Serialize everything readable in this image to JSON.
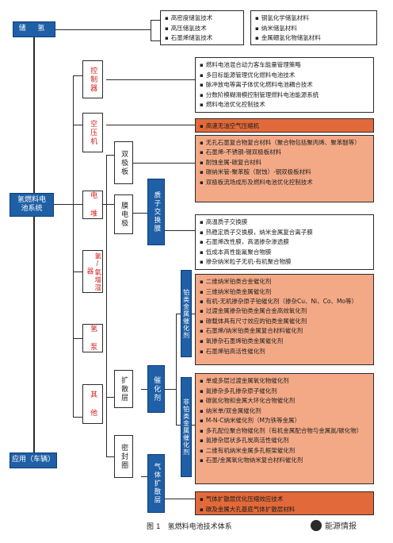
{
  "diagram": {
    "root": "氢燃料电池系统",
    "storage": {
      "label": "储 氢",
      "group_a": [
        "高密度储氢技术",
        "高压储氢技术",
        "石墨烯储氢技术"
      ],
      "group_b": [
        "钢氢化学储氢材料",
        "纳米储氢材料",
        "金属硼氢化物储氢材料"
      ]
    },
    "controller": {
      "label": "控制器",
      "items": [
        "燃料电池混合动力客车能量管理策略",
        "多目标能源管理优化燃料电池技术",
        "脉冲放电等离子体优化燃料电池耦合技术",
        "分数阶模糊滑模控制管理燃料电池能源系统",
        "燃料电池优化控制技术"
      ]
    },
    "compressor": {
      "label": "空压机",
      "items": [
        "高速无油空气压缩机"
      ]
    },
    "stack": {
      "label": "电 堆",
      "bipolar": {
        "label": "双极板",
        "items": [
          "无孔石墨复合物复合材料（聚合物包括聚丙烯、聚苯醚等）",
          "石墨烯-不锈钢-锡双极板材料",
          "耐蚀金属-碳复合材料",
          "碳纳米管-聚苯胺（耐蚀）-钢双极板材料",
          "双极板流场成形及燃料电池优化控制技术"
        ]
      },
      "mea": {
        "label": "膜电极",
        "membrane": "质子交换膜",
        "membrane_items": [
          "高温质子交换膜",
          "热稳定质子交换膜，纳米金属复合离子膜",
          "石墨烯改性膜，高温掺杂渗透膜",
          "低成本高性能氟聚合物膜",
          "掺杂纳米粒子无机-有机聚合物膜"
        ],
        "diffusion_layer": "扩散层",
        "catalyst": "催化剂",
        "platinum_label": "铂类金属催化剂",
        "platinum_items": [
          "二维纳米铂类合金催化剂",
          "三维纳米铂类金属催化剂",
          "有机-无机掺杂原子铂催化剂（掺杂Cu、Ni、Co、Mo等）",
          "过渡金属掺杂铂类金属合金高效氧化剂",
          "碳载体具有尺寸效应的铂类金属催化剂",
          "石墨烯/纳米铂类金属复合材料催化剂",
          "氧掺杂石墨烯铂类金属催化剂",
          "石墨烯铂高活性催化剂"
        ],
        "non_platinum_label": "非铂类金属催化剂",
        "non_platinum_items": [
          "单或多层过渡金属氧化物催化剂",
          "氮掺杂多孔掺杂原子催化剂",
          "碳氮化物和金属大环化合物催化剂",
          "纳米单/双金属催化剂",
          "M-N-C纳米催化剂（M为铁等金属）",
          "多孔配位聚合物催化剂（有机金属配合物与金属氮/碳化物）",
          "氮掺杂层状多孔炭高活性催化剂",
          "二维有机纳米金属多孔框架催化剂",
          "石墨/金属氧化物纳米复合材料催化剂"
        ]
      },
      "gasket": "密封圈",
      "gas_diffusion": {
        "label": "气体扩散层",
        "items": [
          "气体扩散层优化压缩效应技术",
          "碳及金属大孔基底气体扩散层材料"
        ]
      }
    },
    "humidifier": "氢/氧增湿器",
    "hydrogen_cycle": "氢 泵",
    "other": "其 他",
    "application": "应用（车辆）"
  },
  "caption": "图 1　氢燃料电池技术体系",
  "watermark": "能源情报"
}
